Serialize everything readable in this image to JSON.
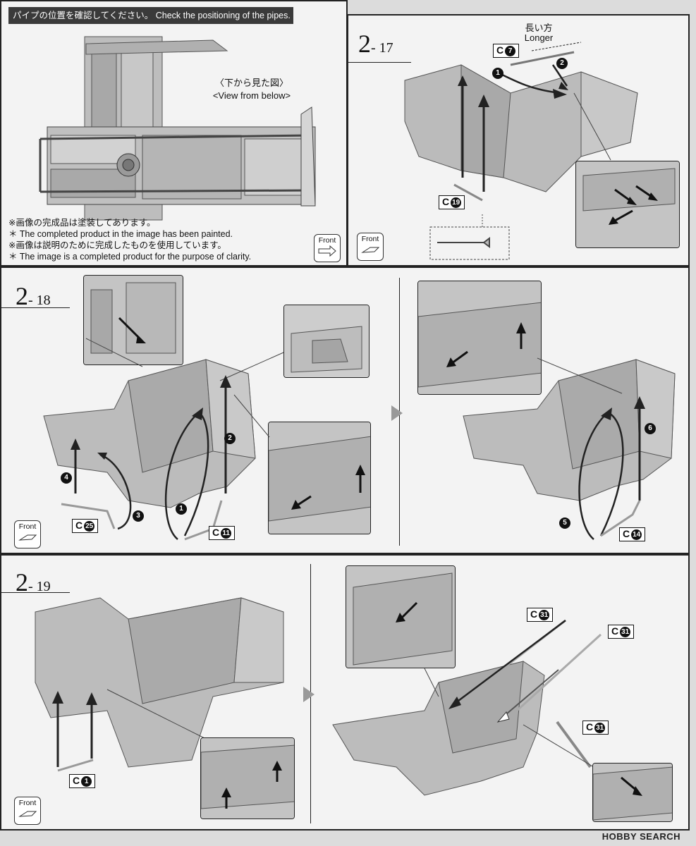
{
  "top_left": {
    "header": "パイプの位置を確認してください。 Check the positioning of the pipes.",
    "view_jp": "〈下から見た図〉",
    "view_en": "<View from below>",
    "notes": [
      "※画像の完成品は塗装してあります。",
      "＊ The completed product in the image has been painted.",
      "※画像は説明のために完成したものを使用しています。",
      "＊ The image is a completed product for the purpose of clarity."
    ]
  },
  "front_label": "Front",
  "step_2_17": {
    "number": "2",
    "sub": "- 17",
    "longer_jp": "長い方",
    "longer_en": "Longer",
    "parts": [
      "C",
      "7",
      "19"
    ],
    "steps": [
      "1",
      "2"
    ]
  },
  "step_2_18": {
    "number": "2",
    "sub": "- 18",
    "parts": [
      "25",
      "11",
      "14"
    ],
    "steps": [
      "1",
      "2",
      "3",
      "4",
      "5",
      "6"
    ]
  },
  "step_2_19": {
    "number": "2",
    "sub": "- 19",
    "parts": [
      "1",
      "31"
    ]
  },
  "watermark": "HOBBY SEARCH",
  "colors": {
    "panel": "#f3f3f3",
    "border": "#222222",
    "render": "#b8b8b8",
    "header": "#3a3a3a"
  },
  "icons": [
    "front-arrow-icon",
    "arrow-icon",
    "triangle-next-icon"
  ]
}
